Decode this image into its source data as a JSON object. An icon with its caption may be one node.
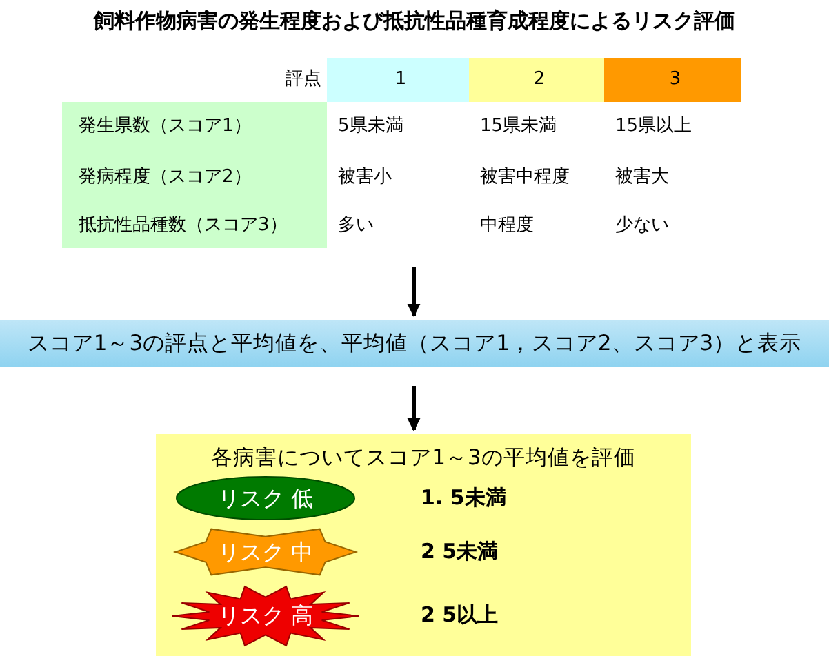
{
  "diagram": {
    "title": "飼料作物病害の発生程度および抵抗性品種育成程度によるリスク評価",
    "nodes": [
      {
        "text": [
          "評点",
          "1",
          "2",
          "3",
          "発生県数（スコア1）",
          "5県未満",
          "15県未満",
          "15県以上",
          "発病程度（スコア2）",
          "被害小",
          "被害中程度",
          "被害大",
          "抵抗性品種数（スコア3）",
          "多い",
          "中程度",
          "少ない"
        ]
      },
      {
        "text": [
          "スコア1～3の評点と平均値を、平均値（スコア1，スコア2、スコア3）と表示"
        ]
      },
      {
        "text": [
          "各病害についてスコア1～3の平均値を評価"
        ]
      },
      {
        "text": [
          "リスク 低"
        ],
        "in": 2,
        "beside": [
          "1. 5未満"
        ]
      },
      {
        "text": [
          "リスク 中"
        ],
        "in": 2,
        "beside": [
          "2 5未満"
        ]
      },
      {
        "text": [
          "リスク 高"
        ],
        "in": 2,
        "beside": [
          "2 5以上"
        ]
      }
    ],
    "edges": [
      {
        "from": 0,
        "to": 1,
        "arrow": "to"
      },
      {
        "from": 1,
        "to": 2,
        "arrow": "to"
      }
    ]
  }
}
